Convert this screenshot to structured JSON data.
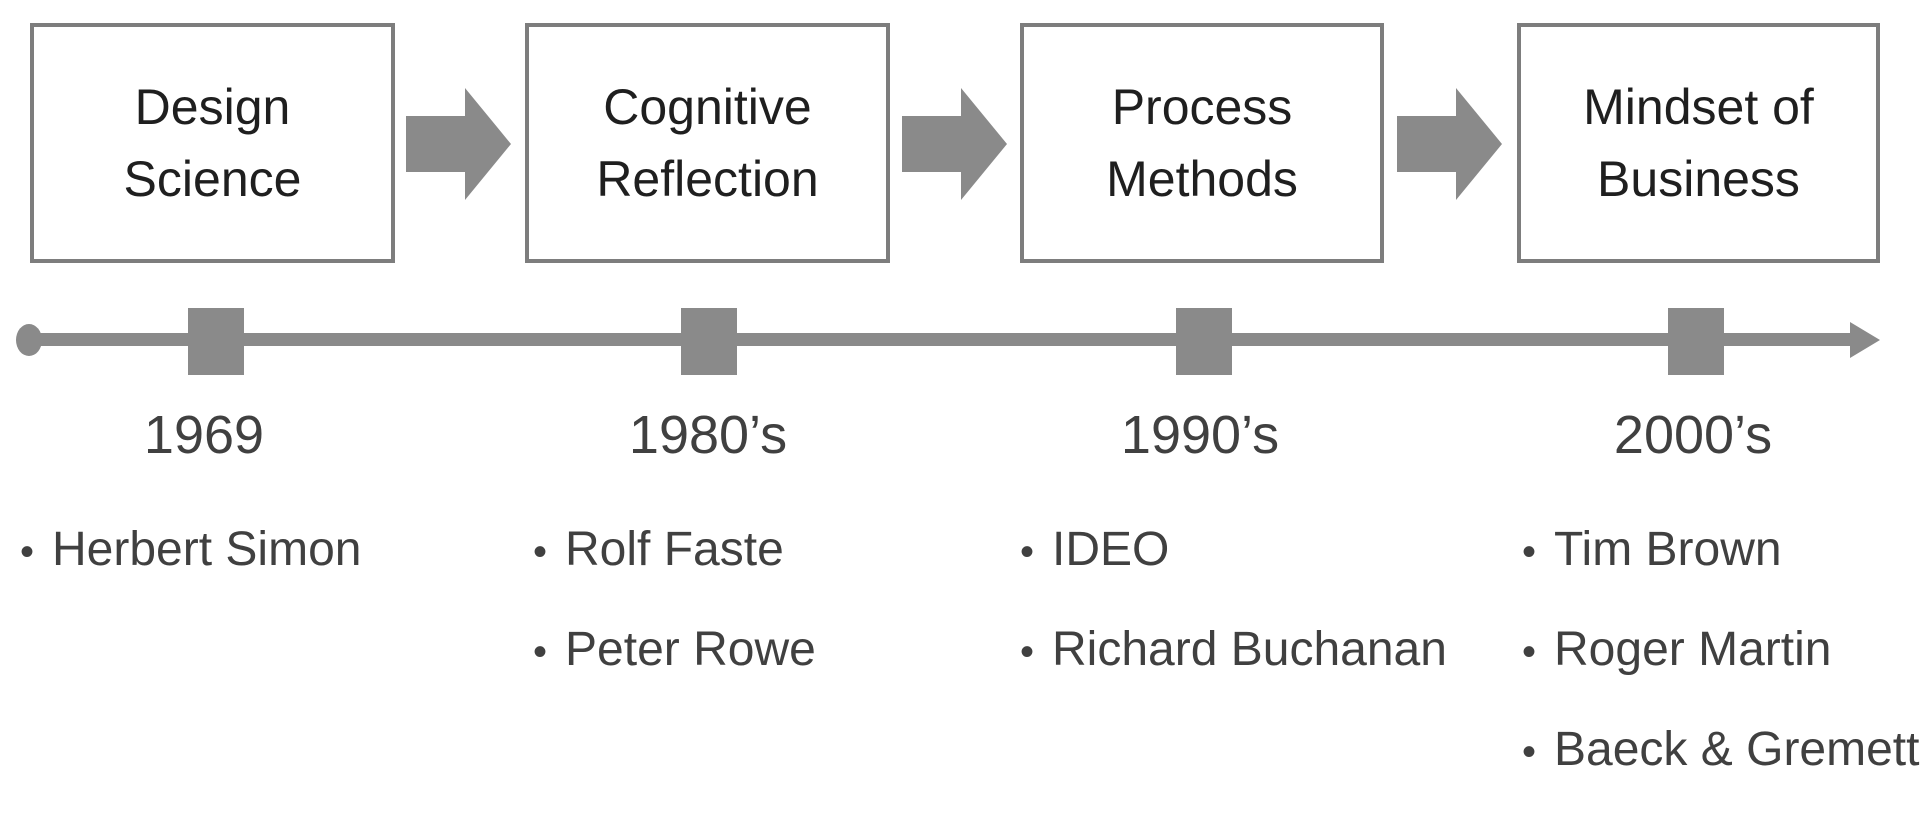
{
  "colors": {
    "shape_gray": "#8a8a8a",
    "box_border_gray": "#7d7d7d",
    "box_text": "#1f1f1f",
    "label_text": "#404040"
  },
  "list": {
    "bullet": "•"
  },
  "timeline": {
    "stages": [
      {
        "title_line1": "Design",
        "title_line2": "Science",
        "year": "1969",
        "people": [
          "Herbert Simon"
        ]
      },
      {
        "title_line1": "Cognitive",
        "title_line2": "Reflection",
        "year": "1980’s",
        "people": [
          "Rolf Faste",
          "Peter Rowe"
        ]
      },
      {
        "title_line1": "Process",
        "title_line2": "Methods",
        "year": "1990’s",
        "people": [
          "IDEO",
          "Richard Buchanan"
        ]
      },
      {
        "title_line1": "Mindset of",
        "title_line2": "Business",
        "year": "2000’s",
        "people": [
          "Tim Brown",
          "Roger Martin",
          "Baeck & Gremett"
        ]
      }
    ]
  }
}
